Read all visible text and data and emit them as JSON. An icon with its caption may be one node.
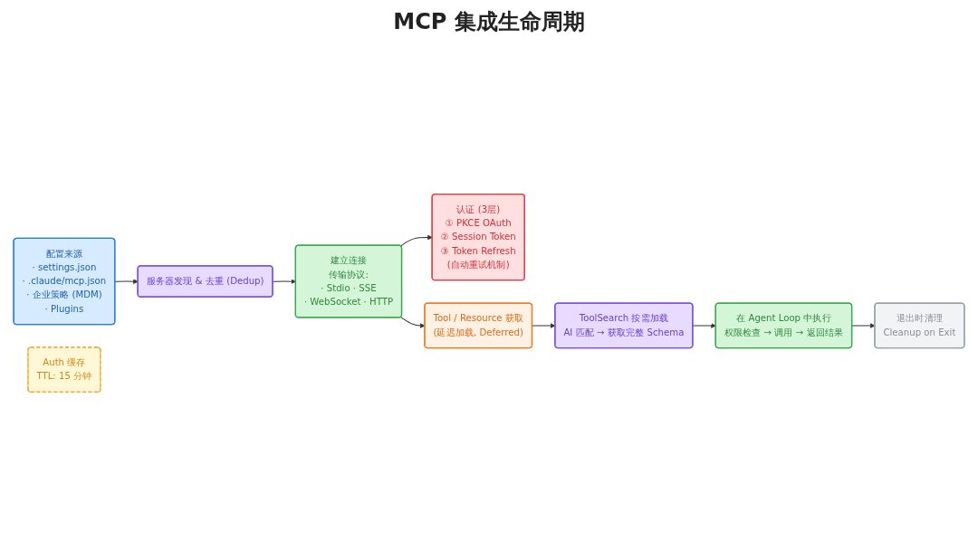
{
  "diagram": {
    "title": "MCP 集成生命周期",
    "nodes": [
      {
        "text": [
          "配置来源",
          "· settings.json",
          "· .claude/mcp.json",
          "· 企业策略 (MDM)",
          "· Plugins"
        ]
      },
      {
        "text": [
          "服务器发现 & 去重 (Dedup)"
        ]
      },
      {
        "text": [
          "建立连接",
          "传输协议:",
          "· Stdio · SSE",
          "· WebSocket · HTTP"
        ]
      },
      {
        "text": [
          "认证 (3层)",
          "① PKCE OAuth",
          "② Session Token",
          "③ Token Refresh",
          "(自动重试机制)"
        ]
      },
      {
        "text": [
          "Auth 缓存",
          "TTL: 15 分钟"
        ]
      },
      {
        "text": [
          "Tool / Resource 获取",
          "(延迟加载, Deferred)"
        ]
      },
      {
        "text": [
          "ToolSearch 按需加载",
          "AI 匹配 → 获取完整 Schema"
        ]
      },
      {
        "text": [
          "在 Agent Loop 中执行",
          "权限检查 → 调用 → 返回结果"
        ]
      },
      {
        "text": [
          "退出时清理",
          "Cleanup on Exit"
        ]
      }
    ],
    "edges": [
      {
        "from": 0,
        "to": 1,
        "arrow": "to"
      },
      {
        "from": 1,
        "to": 2,
        "arrow": "to"
      },
      {
        "from": 2,
        "to": 3,
        "arrow": "to"
      },
      {
        "from": 2,
        "to": 5,
        "arrow": "to"
      },
      {
        "from": 5,
        "to": 6,
        "arrow": "to"
      },
      {
        "from": 6,
        "to": 7,
        "arrow": "to"
      },
      {
        "from": 7,
        "to": 8,
        "arrow": "to"
      }
    ]
  }
}
